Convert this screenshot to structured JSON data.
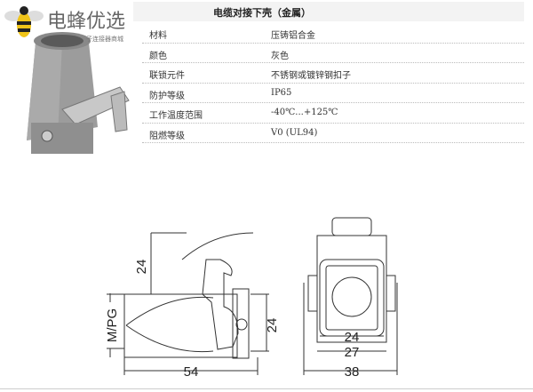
{
  "logo": {
    "text": "电蜂优选",
    "subtext": "子连接器商城"
  },
  "table": {
    "title": "电缆对接下壳（金属）",
    "rows": [
      {
        "label": "材料",
        "value": "压铸铝合金"
      },
      {
        "label": "颜色",
        "value": "灰色"
      },
      {
        "label": "联锁元件",
        "value": "不锈钢或镀锌钢扣子"
      },
      {
        "label": "防护等级",
        "value": "IP65"
      },
      {
        "label": "工作温度范围",
        "value": "-40℃...+125℃"
      },
      {
        "label": "阻燃等级",
        "value": "V0 (UL94)"
      }
    ]
  },
  "drawing": {
    "side": {
      "height": "24",
      "length": "54",
      "thread": "M/PG",
      "mount": "24"
    },
    "front": {
      "inner": "24",
      "mid": "27",
      "outer": "38"
    }
  }
}
